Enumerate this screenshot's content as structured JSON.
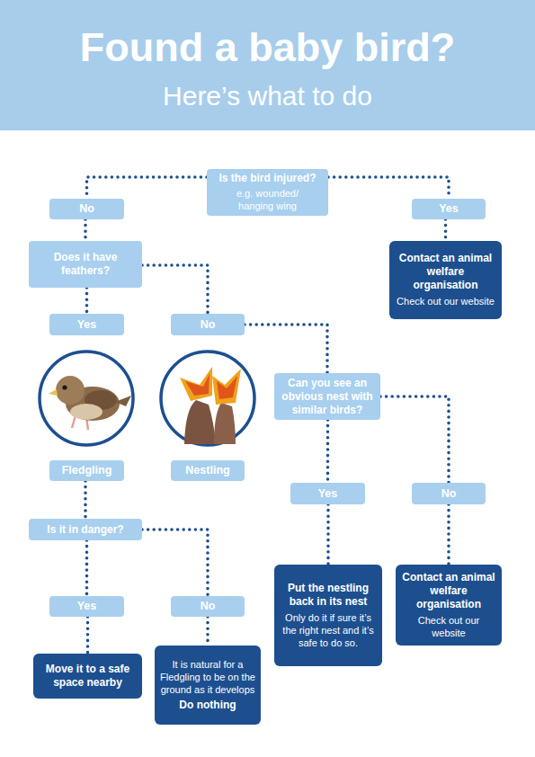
{
  "diagram": {
    "title": "Found a baby bird?",
    "nodes": [
      {
        "text": [
          "Is the bird injured?",
          "e.g. wounded/ hanging wing"
        ]
      },
      {
        "text": [
          "No"
        ]
      },
      {
        "text": [
          "Yes"
        ]
      },
      {
        "text": [
          "Does it have feathers?"
        ]
      },
      {
        "text": [
          "Contact an animal welfare organisation",
          "Check out our website"
        ]
      },
      {
        "text": [
          "Yes"
        ]
      },
      {
        "text": [
          "No"
        ]
      },
      {
        "text": [
          "Can you see an obvious nest with similar birds?"
        ]
      },
      {
        "text": [
          "Fledgling"
        ]
      },
      {
        "text": [
          "Nestling"
        ]
      },
      {
        "text": [
          "Yes"
        ]
      },
      {
        "text": [
          "No"
        ]
      },
      {
        "text": [
          "Is it in danger?"
        ]
      },
      {
        "text": [
          "Put the nestling back in its nest",
          "Only do it if sure it’s the right nest and it’s safe to do so."
        ]
      },
      {
        "text": [
          "Contact an animal welfare organisation",
          "Check out our website"
        ]
      },
      {
        "text": [
          "Yes"
        ]
      },
      {
        "text": [
          "No"
        ]
      },
      {
        "text": [
          "Move it to a safe space nearby"
        ]
      },
      {
        "text": [
          "It is natural for a Fledgling to be on the ground as it develops",
          "Do nothing"
        ]
      }
    ],
    "edges": [
      {
        "from": 0,
        "to": 1,
        "arrow": "none"
      },
      {
        "from": 0,
        "to": 2,
        "arrow": "none"
      },
      {
        "from": 1,
        "to": 3,
        "arrow": "none"
      },
      {
        "from": 2,
        "to": 4,
        "arrow": "none"
      },
      {
        "from": 3,
        "to": 5,
        "arrow": "none"
      },
      {
        "from": 3,
        "to": 6,
        "arrow": "none"
      },
      {
        "from": 6,
        "to": 7,
        "arrow": "none"
      },
      {
        "from": 8,
        "to": 12,
        "arrow": "none"
      },
      {
        "from": 12,
        "to": 15,
        "arrow": "none"
      },
      {
        "from": 12,
        "to": 16,
        "arrow": "none"
      },
      {
        "from": 15,
        "to": 17,
        "arrow": "none"
      },
      {
        "from": 16,
        "to": 18,
        "arrow": "none"
      },
      {
        "from": 7,
        "to": 10,
        "arrow": "none"
      },
      {
        "from": 7,
        "to": 11,
        "arrow": "none"
      },
      {
        "from": 10,
        "to": 13,
        "arrow": "none"
      },
      {
        "from": 11,
        "to": 14,
        "arrow": "none"
      }
    ],
    "labels": [
      "Here’s what to do"
    ]
  }
}
